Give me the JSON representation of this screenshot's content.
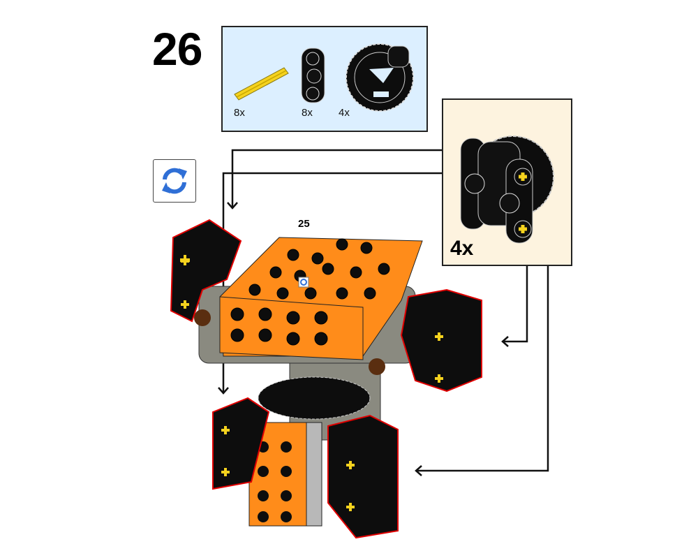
{
  "step": {
    "number": "26"
  },
  "parts_list": {
    "background": "#dcefff",
    "items": [
      {
        "name": "yellow-axle",
        "quantity": "8x",
        "color": "#f5d21e"
      },
      {
        "name": "black-pin-connector",
        "quantity": "8x",
        "color": "#0d0d0d"
      },
      {
        "name": "black-turntable-gear",
        "quantity": "4x",
        "color": "#0d0d0d"
      }
    ]
  },
  "callout": {
    "background": "#fdf3df",
    "quantity": "4x",
    "part": "gear-with-pin-connector-subassembly"
  },
  "rotate_icon": {
    "name": "rotate-model-icon",
    "color": "#2f6fd6"
  },
  "submodel": {
    "label": "25"
  },
  "colors": {
    "orange": "#ff8c1a",
    "black": "#0d0d0d",
    "gray": "#8a8a80",
    "light_gray": "#b8b8b8",
    "highlight": "#e00000",
    "yellow": "#f5d21e"
  }
}
